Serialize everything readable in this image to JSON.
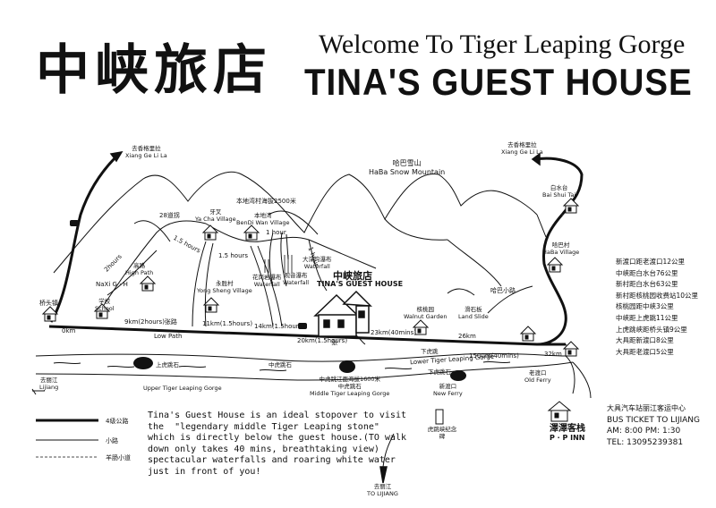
{
  "header": {
    "chinese_title": "中峡旅店",
    "welcome": "Welcome To Tiger Leaping Gorge",
    "guest_house": "TINA'S GUEST HOUSE"
  },
  "places": {
    "xianggelila_left": {
      "cn": "去香格里拉",
      "en": "Xiang Ge Li La"
    },
    "xianggelila_right": {
      "cn": "去香格里拉",
      "en": "Xiang Ge Li La"
    },
    "haba_mountain": {
      "cn": "哈巴雪山",
      "en": "HaBa Snow Mountain"
    },
    "baishuitai": {
      "cn": "白水台",
      "en": "Bai Shui Tai"
    },
    "haba_village": {
      "cn": "哈巴村",
      "en": "HaBa Village"
    },
    "yacha": {
      "cn": "牙叉",
      "en": "Ya Cha Village"
    },
    "bendiwan": {
      "cn": "本地湾",
      "en": "BenDi Wan Village"
    },
    "bendiwan_alt": "本地湾村海拔2500米",
    "high_path": {
      "cn": "高路",
      "en": "High Path"
    },
    "naxi": "NaXi G · H",
    "yongsheng": {
      "cn": "永胜村",
      "en": "Yong Sheng Village"
    },
    "waterfall_main": {
      "cn": "大深沟瀑布",
      "en": "Waterfall"
    },
    "waterfall_hua": {
      "cn": "花岗岩瀑布",
      "en": "Waterfall"
    },
    "waterfall_guanyin": {
      "cn": "观音瀑布",
      "en": "Waterfall"
    },
    "guesthouse_cn": "中峡旅店",
    "guesthouse_en": "TINA'S GUEST HOUSE",
    "walnut": {
      "cn": "核桃园",
      "en": "Walnut Garden"
    },
    "landslide": {
      "cn": "滑石板",
      "en": "Land Slide"
    },
    "small_road_cn": "哈巴小路",
    "qiaotou": "桥头镇",
    "school": {
      "cn": "学校",
      "en": "School"
    },
    "low_path": "Low Path",
    "twenty_eight_bends": "28道拐",
    "lijiang_left": {
      "cn": "去丽江",
      "en": "Lijiang"
    },
    "upper_gorge": {
      "cn": "上虎跳石",
      "en": "Upper Tiger Leaping Gorge"
    },
    "middle_gorge": {
      "cn": "中虎跳石",
      "en": "Middle Tiger Leaping Gorge",
      "cn2": "中虎跳江面海拔1600米"
    },
    "middle_gorge_label": "中虎跳石",
    "lower_gorge": {
      "cn": "下虎跳",
      "en": "Lower Tiger Leaping Gorge"
    },
    "lower_stone": "下虎跳石",
    "new_ferry": {
      "cn": "新渡口",
      "en": "New Ferry"
    },
    "old_ferry": {
      "cn": "老渡口",
      "en": "Old Ferry"
    },
    "monument": "虎跳峡纪念碑",
    "tolijiang": {
      "cn": "去丽江",
      "en": "TO LIJIANG"
    },
    "pinn": {
      "cn": "澤澤客栈",
      "en": "P · P INN"
    },
    "zhang": "张"
  },
  "distances": {
    "d_0km": "0km",
    "d_9km": "9km(2hours)张路",
    "d_11km": "11km(1.5hours)",
    "d_14km": "14km(1.5hours)",
    "d_20km": "20km(1.5hours)",
    "d_23km": "23km(40mins)",
    "d_26km": "26km",
    "d_32km": "32km",
    "d_1500m": "1500m(40mins)",
    "h_2hours": "2hours",
    "h_15hours_a": "1.5 hours",
    "h_15hours_b": "1.5 hours",
    "h_1hour_a": "1 hour",
    "h_1hour_b": "1 hour"
  },
  "info_text": "Tina's Guest House is an ideal stopover to visit\nthe  \"legendary middle Tiger Leaping stone\"\nwhich is directly below the guest house.(TO walk\ndown only takes 40 mins, breathtaking view)\nspectacular waterfalls and roaring white water\njust in front of you!",
  "legend": [
    {
      "label": "4级公路"
    },
    {
      "label": "小路"
    },
    {
      "label": "羊肠小道"
    }
  ],
  "right_list": [
    "新渡口距老渡口12公里",
    "中峡距白水台76公里",
    "新村距白水台63公里",
    "新村距核桃园收费站10公里",
    "核桃园距中峡3公里",
    "中峡距上虎跳11公里",
    "上虎跳峡距桥头镇9公里",
    "大具距新渡口8公里",
    "大具距老渡口5公里"
  ],
  "bus": {
    "cn": "大具汽车站丽江客运中心",
    "en": "BUS TICKET TO LIJIANG",
    "times": "AM: 8:00  PM: 1:30",
    "tel": "TEL: 13095239381"
  },
  "colors": {
    "ink": "#111111",
    "paper": "#ffffff",
    "river": "#cfcfcf"
  }
}
